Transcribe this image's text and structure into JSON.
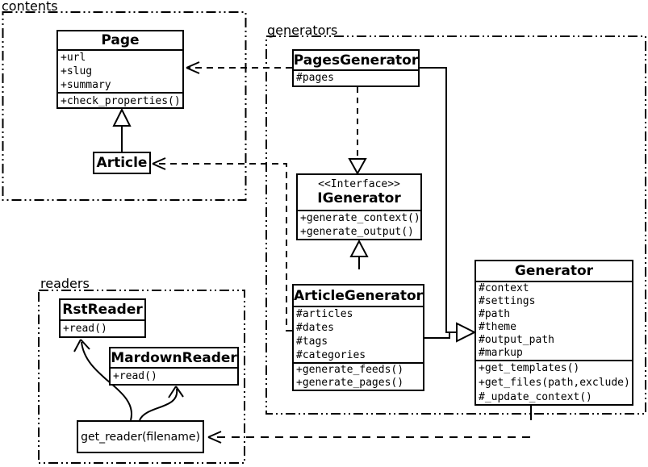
{
  "packages": {
    "contents": {
      "label": "contents"
    },
    "generators": {
      "label": "generators"
    },
    "readers": {
      "label": "readers"
    }
  },
  "classes": {
    "page": {
      "name": "Page",
      "attributes": [
        "+url",
        "+slug",
        "+summary"
      ],
      "methods": [
        "+check_properties()"
      ]
    },
    "article": {
      "name": "Article"
    },
    "pages_generator": {
      "name": "PagesGenerator",
      "attributes": [
        "#pages"
      ]
    },
    "igenerator": {
      "stereotype": "<<Interface>>",
      "name": "IGenerator",
      "methods": [
        "+generate_context()",
        "+generate_output()"
      ]
    },
    "article_generator": {
      "name": "ArticleGenerator",
      "attributes": [
        "#articles",
        "#dates",
        "#tags",
        "#categories"
      ],
      "methods": [
        "+generate_feeds()",
        "+generate_pages()"
      ]
    },
    "generator": {
      "name": "Generator",
      "attributes": [
        "#context",
        "#settings",
        "#path",
        "#theme",
        "#output_path",
        "#markup"
      ],
      "methods": [
        "+get_templates()",
        "+get_files(path,exclude)",
        "#_update_context()"
      ]
    },
    "rst_reader": {
      "name": "RstReader",
      "methods": [
        "+read()"
      ]
    },
    "markdown_reader": {
      "name": "MardownReader",
      "methods": [
        "+read()"
      ]
    },
    "get_reader": {
      "label": "get_reader(filename)"
    }
  },
  "colors": {
    "line": "#000000",
    "background": "#ffffff",
    "box_fill": "#ffffff"
  }
}
